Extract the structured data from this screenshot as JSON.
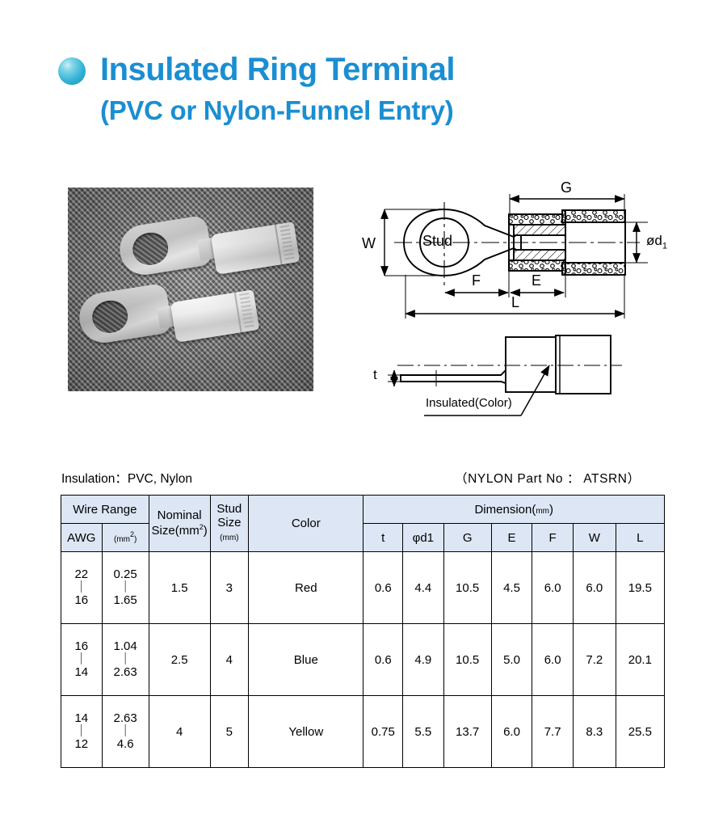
{
  "title": {
    "bullet_icon": "sphere-bullet-icon",
    "main": "Insulated Ring Terminal",
    "sub": "(PVC or Nylon-Funnel Entry)",
    "color": "#1b8ed2"
  },
  "photo": {
    "alt": "Two white insulated ring terminals on textured gray fabric background"
  },
  "drawings": {
    "top_view": {
      "labels": {
        "W": "W",
        "stud": "Stud",
        "G": "G",
        "d1": "ød",
        "d1_sub": "1",
        "F": "F",
        "E": "E",
        "L": "L"
      }
    },
    "side_view": {
      "labels": {
        "t": "t",
        "insulated": "Insulated(Color)"
      }
    }
  },
  "captions": {
    "insulation": "Insulation：PVC, Nylon",
    "part_no": "（NYLON Part No ： ATSRN）"
  },
  "table": {
    "headers": {
      "wire_range": "Wire Range",
      "awg": "AWG",
      "wire_mm2": "(mm",
      "wire_mm2_sup": "2",
      "wire_mm2_close": ")",
      "nominal_size": "Nominal",
      "nominal_size_2": "Size(mm",
      "nominal_size_sup": "2",
      "nominal_size_close": ")",
      "stud_size": "Stud",
      "stud_size_2": "Size",
      "stud_size_unit": "(mm)",
      "color": "Color",
      "dimension": "Dimension(",
      "dimension_unit": "mm",
      "dimension_close": ")",
      "t": "t",
      "d1": "φd1",
      "G": "G",
      "E": "E",
      "F": "F",
      "W": "W",
      "L": "L"
    },
    "rows": [
      {
        "awg_from": "22",
        "awg_sep": "｜",
        "awg_to": "16",
        "mm2_from": "0.25",
        "mm2_sep": "｜",
        "mm2_to": "1.65",
        "nominal": "1.5",
        "stud": "3",
        "color": "Red",
        "t": "0.6",
        "d1": "4.4",
        "G": "10.5",
        "E": "4.5",
        "F": "6.0",
        "W": "6.0",
        "L": "19.5"
      },
      {
        "awg_from": "16",
        "awg_sep": "｜",
        "awg_to": "14",
        "mm2_from": "1.04",
        "mm2_sep": "｜",
        "mm2_to": "2.63",
        "nominal": "2.5",
        "stud": "4",
        "color": "Blue",
        "t": "0.6",
        "d1": "4.9",
        "G": "10.5",
        "E": "5.0",
        "F": "6.0",
        "W": "7.2",
        "L": "20.1"
      },
      {
        "awg_from": "14",
        "awg_sep": "｜",
        "awg_to": "12",
        "mm2_from": "2.63",
        "mm2_sep": "｜",
        "mm2_to": "4.6",
        "nominal": "4",
        "stud": "5",
        "color": "Yellow",
        "t": "0.75",
        "d1": "5.5",
        "G": "13.7",
        "E": "6.0",
        "F": "7.7",
        "W": "8.3",
        "L": "25.5"
      }
    ]
  }
}
